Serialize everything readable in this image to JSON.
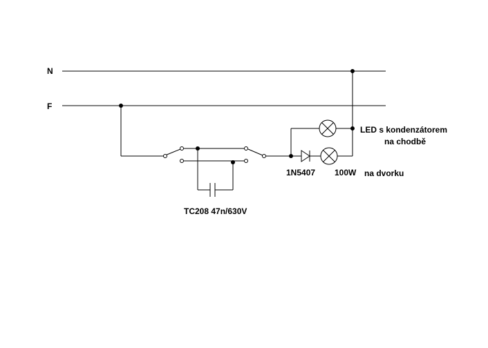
{
  "labels": {
    "neutral": "N",
    "phase": "F",
    "led_line1": "LED s kondenzátorem",
    "led_line2": "na chodbě",
    "diode": "1N5407",
    "bulb_power": "100W",
    "bulb_location": "na dvorku",
    "capacitor": "TC208 47n/630V"
  },
  "colors": {
    "line": "#000000",
    "background": "#ffffff"
  }
}
